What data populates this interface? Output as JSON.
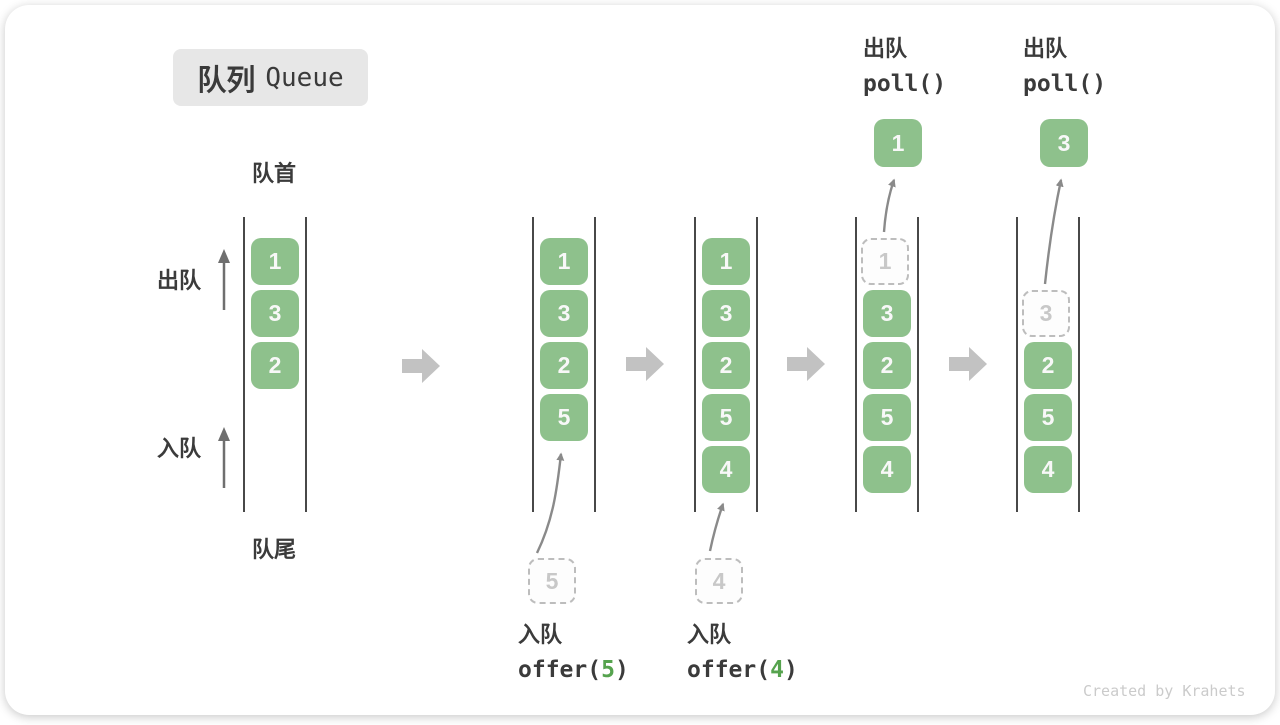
{
  "title": {
    "zh": "队列",
    "en": "Queue"
  },
  "side_labels": {
    "front": "队首",
    "rear": "队尾",
    "dequeue": "出队",
    "enqueue": "入队"
  },
  "queues": {
    "q1": {
      "slots": [
        "1",
        "3",
        "2"
      ]
    },
    "q2": {
      "slots": [
        "1",
        "3",
        "2",
        "5"
      ]
    },
    "q3": {
      "slots": [
        "1",
        "3",
        "2",
        "5",
        "4"
      ]
    },
    "q4": {
      "removed": "1",
      "slots": [
        "3",
        "2",
        "5",
        "4"
      ]
    },
    "q5": {
      "removed": "3",
      "slots": [
        "2",
        "5",
        "4"
      ]
    }
  },
  "operations": {
    "enqueue5": {
      "label": "入队",
      "code_open": "offer(",
      "arg": "5",
      "code_close": ")",
      "pending": "5"
    },
    "enqueue4": {
      "label": "入队",
      "code_open": "offer(",
      "arg": "4",
      "code_close": ")",
      "pending": "4"
    },
    "poll1": {
      "label": "出队",
      "code": "poll()",
      "result": "1"
    },
    "poll3": {
      "label": "出队",
      "code": "poll()",
      "result": "3"
    }
  },
  "watermark": "Created by Krahets",
  "colors": {
    "box_green": "#8ec18c",
    "code_arg_green": "#56a34e",
    "block_arrow_gray": "#c2c2c2",
    "wall_line": "#484848",
    "dashed_gray": "#bdbdbd",
    "label_dark": "#3b3b3b",
    "badge_bg": "#e7e7e7"
  }
}
